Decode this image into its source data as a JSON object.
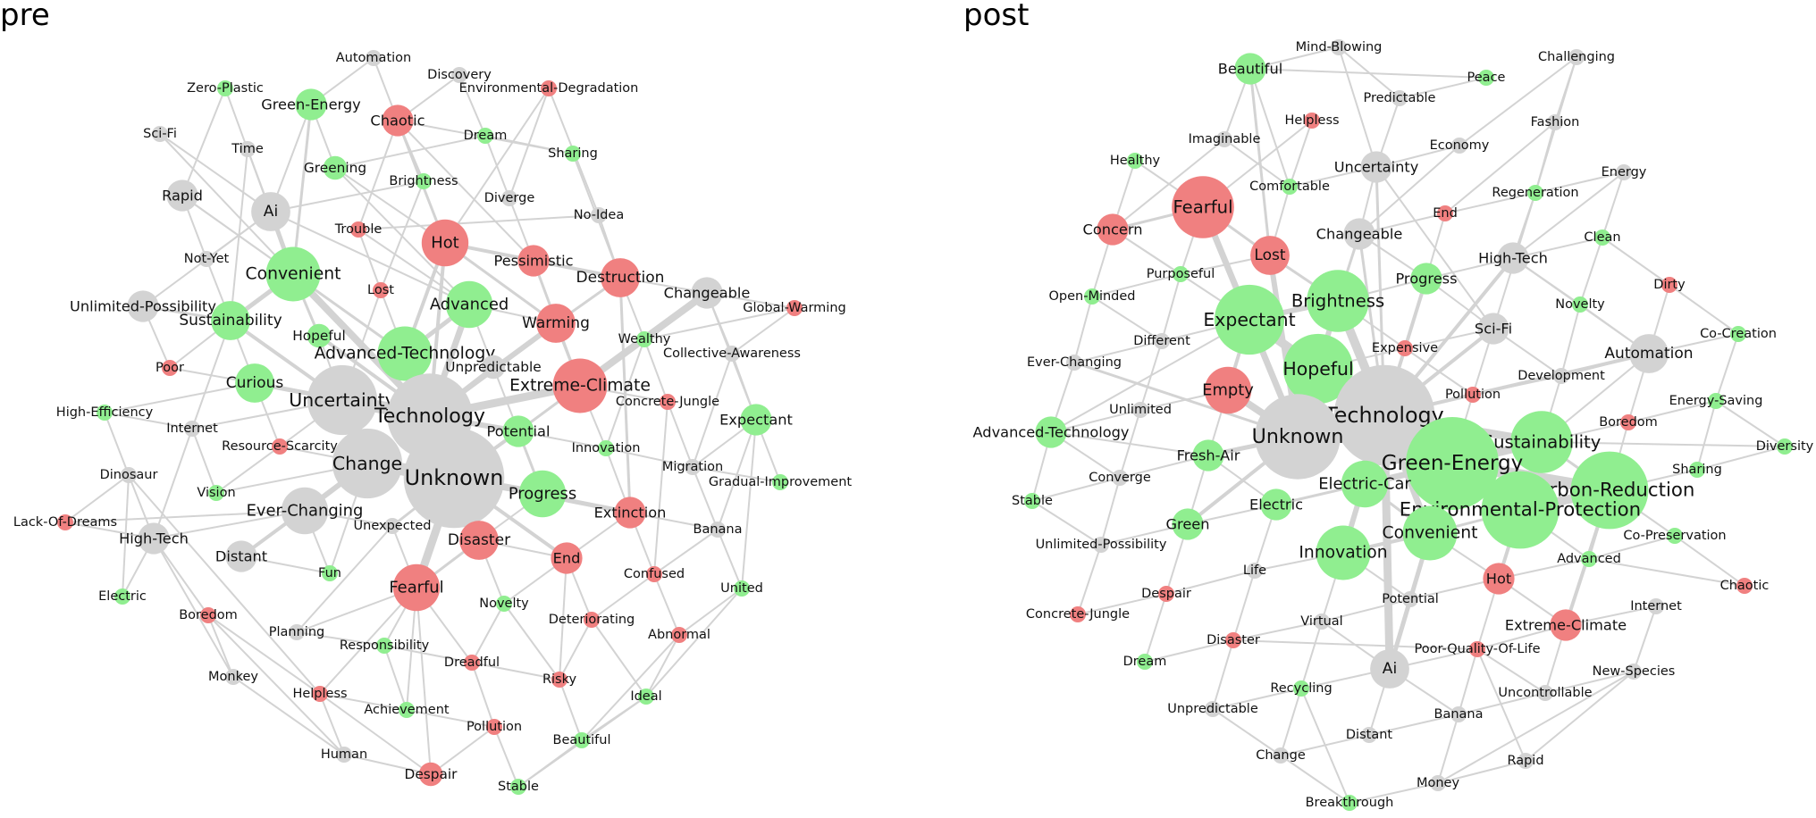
{
  "colors": {
    "positive": "#90ee90",
    "negative": "#f08080",
    "neutral": "#d3d3d3",
    "edge": "#d3d3d3",
    "label": "#111111"
  },
  "panels": [
    {
      "title": "pre",
      "nodes": [
        {
          "label": "Automation",
          "s": "u",
          "w": 1
        },
        {
          "label": "Zero-Plastic",
          "s": "p",
          "w": 1
        },
        {
          "label": "Discovery",
          "s": "u",
          "w": 1
        },
        {
          "label": "Environmental-Degradation",
          "s": "n",
          "w": 1
        },
        {
          "label": "Green-Energy",
          "s": "p",
          "w": 3
        },
        {
          "label": "Chaotic",
          "s": "n",
          "w": 3
        },
        {
          "label": "Sci-Fi",
          "s": "u",
          "w": 1
        },
        {
          "label": "Dream",
          "s": "p",
          "w": 1
        },
        {
          "label": "Time",
          "s": "u",
          "w": 1
        },
        {
          "label": "Sharing",
          "s": "p",
          "w": 1
        },
        {
          "label": "Greening",
          "s": "p",
          "w": 2
        },
        {
          "label": "Brightness",
          "s": "p",
          "w": 1
        },
        {
          "label": "Rapid",
          "s": "u",
          "w": 3
        },
        {
          "label": "Diverge",
          "s": "u",
          "w": 1
        },
        {
          "label": "Ai",
          "s": "u",
          "w": 4
        },
        {
          "label": "No-Idea",
          "s": "u",
          "w": 1
        },
        {
          "label": "Trouble",
          "s": "n",
          "w": 1
        },
        {
          "label": "Hot",
          "s": "n",
          "w": 5
        },
        {
          "label": "Pessimistic",
          "s": "n",
          "w": 3
        },
        {
          "label": "Not-Yet",
          "s": "u",
          "w": 1
        },
        {
          "label": "Destruction",
          "s": "n",
          "w": 4
        },
        {
          "label": "Convenient",
          "s": "p",
          "w": 6
        },
        {
          "label": "Lost",
          "s": "n",
          "w": 1
        },
        {
          "label": "Changeable",
          "s": "u",
          "w": 3
        },
        {
          "label": "Unlimited-Possibility",
          "s": "u",
          "w": 3
        },
        {
          "label": "Advanced",
          "s": "p",
          "w": 5
        },
        {
          "label": "Global-Warming",
          "s": "n",
          "w": 1
        },
        {
          "label": "Warming",
          "s": "n",
          "w": 4
        },
        {
          "label": "Sustainability",
          "s": "p",
          "w": 4
        },
        {
          "label": "Hopeful",
          "s": "p",
          "w": 2
        },
        {
          "label": "Wealthy",
          "s": "p",
          "w": 1
        },
        {
          "label": "Advanced-Technology",
          "s": "p",
          "w": 6
        },
        {
          "label": "Collective-Awareness",
          "s": "u",
          "w": 1
        },
        {
          "label": "Poor",
          "s": "n",
          "w": 1
        },
        {
          "label": "Unpredictable",
          "s": "u",
          "w": 2
        },
        {
          "label": "Curious",
          "s": "p",
          "w": 4
        },
        {
          "label": "Extreme-Climate",
          "s": "n",
          "w": 6
        },
        {
          "label": "Uncertainty",
          "s": "u",
          "w": 8
        },
        {
          "label": "Concrete-Jungle",
          "s": "n",
          "w": 1
        },
        {
          "label": "Technology",
          "s": "u",
          "w": 10
        },
        {
          "label": "High-Efficiency",
          "s": "p",
          "w": 1
        },
        {
          "label": "Expectant",
          "s": "p",
          "w": 3
        },
        {
          "label": "Internet",
          "s": "u",
          "w": 1
        },
        {
          "label": "Potential",
          "s": "p",
          "w": 3
        },
        {
          "label": "Resource-Scarcity",
          "s": "n",
          "w": 1
        },
        {
          "label": "Innovation",
          "s": "p",
          "w": 1
        },
        {
          "label": "Change",
          "s": "u",
          "w": 8
        },
        {
          "label": "Migration",
          "s": "u",
          "w": 1
        },
        {
          "label": "Dinosaur",
          "s": "u",
          "w": 1
        },
        {
          "label": "Unknown",
          "s": "u",
          "w": 12
        },
        {
          "label": "Gradual-Improvement",
          "s": "p",
          "w": 1
        },
        {
          "label": "Vision",
          "s": "p",
          "w": 1
        },
        {
          "label": "Progress",
          "s": "p",
          "w": 5
        },
        {
          "label": "Lack-Of-Dreams",
          "s": "n",
          "w": 1
        },
        {
          "label": "Ever-Changing",
          "s": "u",
          "w": 5
        },
        {
          "label": "Extinction",
          "s": "n",
          "w": 3
        },
        {
          "label": "Banana",
          "s": "u",
          "w": 1
        },
        {
          "label": "High-Tech",
          "s": "u",
          "w": 3
        },
        {
          "label": "Unexpected",
          "s": "u",
          "w": 1
        },
        {
          "label": "Disaster",
          "s": "n",
          "w": 4
        },
        {
          "label": "Distant",
          "s": "u",
          "w": 3
        },
        {
          "label": "End",
          "s": "n",
          "w": 3
        },
        {
          "label": "Fun",
          "s": "p",
          "w": 1
        },
        {
          "label": "Confused",
          "s": "n",
          "w": 1
        },
        {
          "label": "Fearful",
          "s": "n",
          "w": 5
        },
        {
          "label": "Electric",
          "s": "p",
          "w": 1
        },
        {
          "label": "United",
          "s": "p",
          "w": 1
        },
        {
          "label": "Novelty",
          "s": "p",
          "w": 1
        },
        {
          "label": "Boredom",
          "s": "n",
          "w": 1
        },
        {
          "label": "Deteriorating",
          "s": "n",
          "w": 1
        },
        {
          "label": "Planning",
          "s": "u",
          "w": 1
        },
        {
          "label": "Abnormal",
          "s": "n",
          "w": 1
        },
        {
          "label": "Responsibility",
          "s": "p",
          "w": 1
        },
        {
          "label": "Dreadful",
          "s": "n",
          "w": 1
        },
        {
          "label": "Monkey",
          "s": "u",
          "w": 1
        },
        {
          "label": "Risky",
          "s": "n",
          "w": 1
        },
        {
          "label": "Helpless",
          "s": "n",
          "w": 1
        },
        {
          "label": "Ideal",
          "s": "p",
          "w": 1
        },
        {
          "label": "Achievement",
          "s": "p",
          "w": 1
        },
        {
          "label": "Pollution",
          "s": "n",
          "w": 1
        },
        {
          "label": "Beautiful",
          "s": "p",
          "w": 1
        },
        {
          "label": "Human",
          "s": "u",
          "w": 1
        },
        {
          "label": "Despair",
          "s": "n",
          "w": 2
        },
        {
          "label": "Stable",
          "s": "p",
          "w": 1
        }
      ]
    },
    {
      "title": "post",
      "nodes": [
        {
          "label": "Mind-Blowing",
          "s": "u",
          "w": 1
        },
        {
          "label": "Beautiful",
          "s": "p",
          "w": 3
        },
        {
          "label": "Challenging",
          "s": "u",
          "w": 1
        },
        {
          "label": "Peace",
          "s": "p",
          "w": 1
        },
        {
          "label": "Predictable",
          "s": "u",
          "w": 1
        },
        {
          "label": "Helpless",
          "s": "n",
          "w": 1
        },
        {
          "label": "Fashion",
          "s": "u",
          "w": 1
        },
        {
          "label": "Imaginable",
          "s": "u",
          "w": 1
        },
        {
          "label": "Economy",
          "s": "u",
          "w": 1
        },
        {
          "label": "Healthy",
          "s": "p",
          "w": 1
        },
        {
          "label": "Uncertainty",
          "s": "u",
          "w": 3
        },
        {
          "label": "Energy",
          "s": "u",
          "w": 1
        },
        {
          "label": "Comfortable",
          "s": "p",
          "w": 1
        },
        {
          "label": "Fearful",
          "s": "n",
          "w": 7
        },
        {
          "label": "Regeneration",
          "s": "p",
          "w": 1
        },
        {
          "label": "End",
          "s": "n",
          "w": 1
        },
        {
          "label": "Concern",
          "s": "n",
          "w": 3
        },
        {
          "label": "Clean",
          "s": "p",
          "w": 1
        },
        {
          "label": "Changeable",
          "s": "u",
          "w": 3
        },
        {
          "label": "Lost",
          "s": "n",
          "w": 4
        },
        {
          "label": "High-Tech",
          "s": "u",
          "w": 3
        },
        {
          "label": "Purposeful",
          "s": "p",
          "w": 1
        },
        {
          "label": "Progress",
          "s": "p",
          "w": 3
        },
        {
          "label": "Dirty",
          "s": "n",
          "w": 1
        },
        {
          "label": "Open-Minded",
          "s": "p",
          "w": 1
        },
        {
          "label": "Brightness",
          "s": "p",
          "w": 7
        },
        {
          "label": "Novelty",
          "s": "p",
          "w": 1
        },
        {
          "label": "Expectant",
          "s": "p",
          "w": 8
        },
        {
          "label": "Sci-Fi",
          "s": "u",
          "w": 3
        },
        {
          "label": "Co-Creation",
          "s": "p",
          "w": 1
        },
        {
          "label": "Different",
          "s": "u",
          "w": 1
        },
        {
          "label": "Expensive",
          "s": "n",
          "w": 1
        },
        {
          "label": "Automation",
          "s": "u",
          "w": 4
        },
        {
          "label": "Ever-Changing",
          "s": "u",
          "w": 1
        },
        {
          "label": "Hopeful",
          "s": "p",
          "w": 8
        },
        {
          "label": "Development",
          "s": "u",
          "w": 1
        },
        {
          "label": "Empty",
          "s": "n",
          "w": 5
        },
        {
          "label": "Pollution",
          "s": "n",
          "w": 1
        },
        {
          "label": "Technology",
          "s": "u",
          "w": 12
        },
        {
          "label": "Energy-Saving",
          "s": "p",
          "w": 1
        },
        {
          "label": "Unlimited",
          "s": "u",
          "w": 1
        },
        {
          "label": "Boredom",
          "s": "n",
          "w": 1
        },
        {
          "label": "Advanced-Technology",
          "s": "p",
          "w": 3
        },
        {
          "label": "Unknown",
          "s": "u",
          "w": 10
        },
        {
          "label": "Sustainability",
          "s": "p",
          "w": 7
        },
        {
          "label": "Diversity",
          "s": "p",
          "w": 1
        },
        {
          "label": "Green-Energy",
          "s": "p",
          "w": 11
        },
        {
          "label": "Fresh-Air",
          "s": "p",
          "w": 3
        },
        {
          "label": "Carbon-Reduction",
          "s": "p",
          "w": 9
        },
        {
          "label": "Sharing",
          "s": "p",
          "w": 1
        },
        {
          "label": "Converge",
          "s": "u",
          "w": 1
        },
        {
          "label": "Electric-Car",
          "s": "p",
          "w": 5
        },
        {
          "label": "Stable",
          "s": "p",
          "w": 1
        },
        {
          "label": "Electric",
          "s": "p",
          "w": 3
        },
        {
          "label": "Environmental-Protection",
          "s": "p",
          "w": 9
        },
        {
          "label": "Green",
          "s": "p",
          "w": 3
        },
        {
          "label": "Co-Preservation",
          "s": "p",
          "w": 1
        },
        {
          "label": "Unlimited-Possibility",
          "s": "u",
          "w": 1
        },
        {
          "label": "Convenient",
          "s": "p",
          "w": 6
        },
        {
          "label": "Innovation",
          "s": "p",
          "w": 6
        },
        {
          "label": "Advanced",
          "s": "p",
          "w": 1
        },
        {
          "label": "Life",
          "s": "u",
          "w": 1
        },
        {
          "label": "Hot",
          "s": "n",
          "w": 3
        },
        {
          "label": "Chaotic",
          "s": "n",
          "w": 1
        },
        {
          "label": "Despair",
          "s": "n",
          "w": 1
        },
        {
          "label": "Potential",
          "s": "u",
          "w": 1
        },
        {
          "label": "Internet",
          "s": "u",
          "w": 1
        },
        {
          "label": "Concrete-Jungle",
          "s": "n",
          "w": 1
        },
        {
          "label": "Extreme-Climate",
          "s": "n",
          "w": 3
        },
        {
          "label": "Virtual",
          "s": "u",
          "w": 1
        },
        {
          "label": "Disaster",
          "s": "n",
          "w": 1
        },
        {
          "label": "Poor-Quality-Of-Life",
          "s": "n",
          "w": 1
        },
        {
          "label": "Dream",
          "s": "p",
          "w": 1
        },
        {
          "label": "Ai",
          "s": "u",
          "w": 4
        },
        {
          "label": "New-Species",
          "s": "u",
          "w": 1
        },
        {
          "label": "Recycling",
          "s": "p",
          "w": 1
        },
        {
          "label": "Uncontrollable",
          "s": "u",
          "w": 1
        },
        {
          "label": "Unpredictable",
          "s": "u",
          "w": 1
        },
        {
          "label": "Banana",
          "s": "u",
          "w": 1
        },
        {
          "label": "Distant",
          "s": "u",
          "w": 1
        },
        {
          "label": "Change",
          "s": "u",
          "w": 1
        },
        {
          "label": "Rapid",
          "s": "u",
          "w": 1
        },
        {
          "label": "Money",
          "s": "u",
          "w": 1
        },
        {
          "label": "Breakthrough",
          "s": "p",
          "w": 1
        }
      ]
    }
  ]
}
